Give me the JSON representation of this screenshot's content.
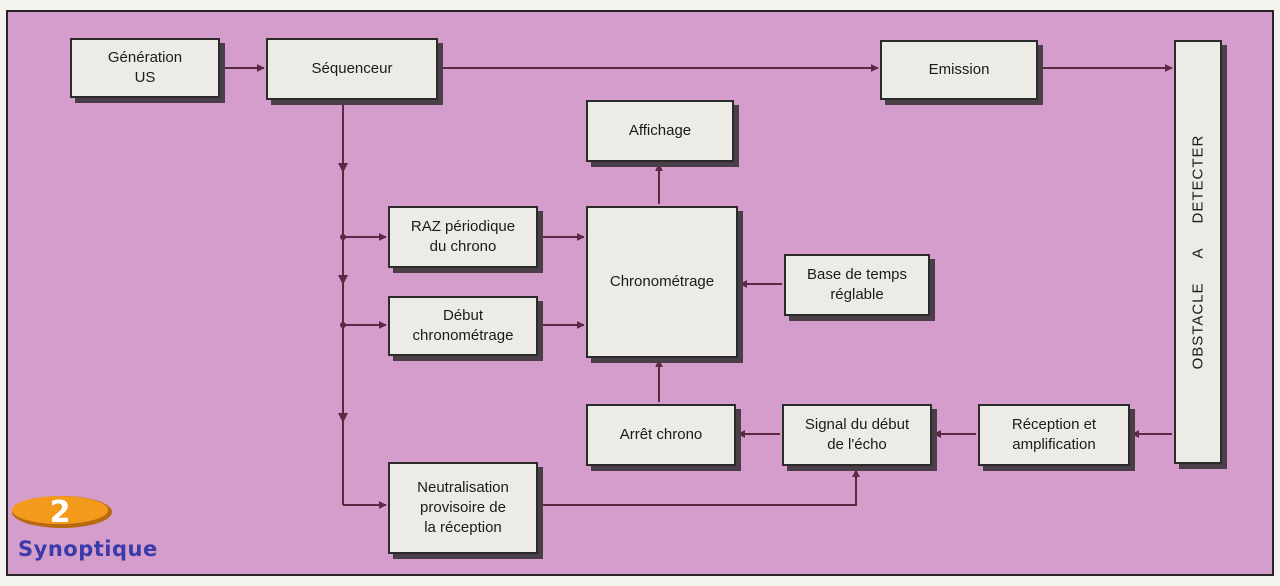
{
  "blocks": {
    "generation": [
      "Génération",
      "US"
    ],
    "sequenceur": [
      "Séquenceur"
    ],
    "emission": [
      "Emission"
    ],
    "affichage": [
      "Affichage"
    ],
    "raz": [
      "RAZ périodique",
      "du chrono"
    ],
    "debut": [
      "Début",
      "chronométrage"
    ],
    "chronometrage": [
      "Chronométrage"
    ],
    "base_temps": [
      "Base de temps",
      "réglable"
    ],
    "arret": [
      "Arrêt chrono"
    ],
    "signal": [
      "Signal du début",
      "de l'écho"
    ],
    "reception": [
      "Réception et",
      "amplification"
    ],
    "neutralisation": [
      "Neutralisation",
      "provisoire de",
      "la réception"
    ]
  },
  "obstacle": [
    "OBSTACLE",
    "A",
    "DETECTER"
  ],
  "figure": {
    "number": "2",
    "caption": "Synoptique"
  },
  "colors": {
    "background": "#d49dcb",
    "block_fill": "#ecebe6",
    "block_shadow": "#4a3f48",
    "line": "#5a2a45",
    "badge": "#f39a1c",
    "caption": "#3a3aa8"
  }
}
